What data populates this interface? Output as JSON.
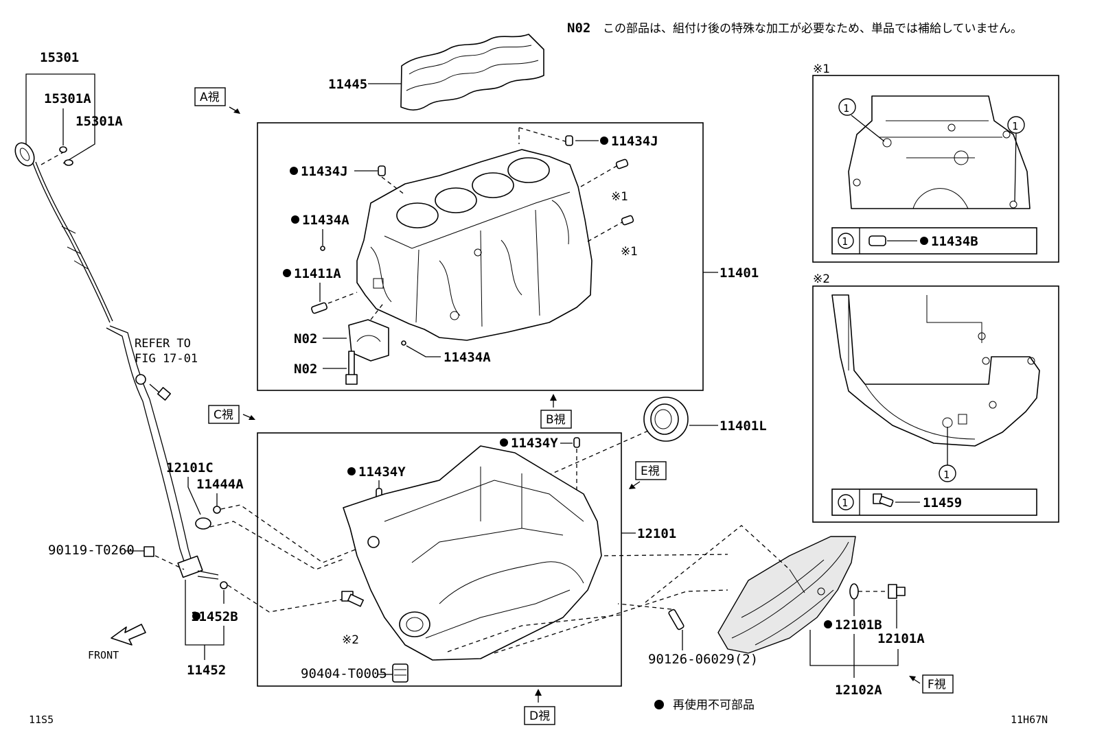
{
  "note": {
    "code": "N02",
    "text": "この部品は、組付け後の特殊な加工が必要なため、単品では補給していません。"
  },
  "legend": {
    "text": "再使用不可部品"
  },
  "corner_left": "11S5",
  "corner_right": "11H67N",
  "front_label": "FRONT",
  "refer": {
    "line1": "REFER TO",
    "line2": "FIG 17-01"
  },
  "view_tags": {
    "A": "A視",
    "B": "B視",
    "C": "C視",
    "D": "D視",
    "E": "E視",
    "F": "F視"
  },
  "inset_marks": {
    "one": "※1",
    "two": "※2"
  },
  "circled_one": "1",
  "parts": {
    "p15301": "15301",
    "p15301A_1": "15301A",
    "p15301A_2": "15301A",
    "p11445": "11445",
    "p11434J_1": "11434J",
    "p11434J_2": "11434J",
    "p11434A_1": "11434A",
    "p11434A_2": "11434A",
    "p11411A": "11411A",
    "pN02_1": "N02",
    "pN02_2": "N02",
    "p11401": "11401",
    "p11401L": "11401L",
    "p11434Y_1": "11434Y",
    "p11434Y_2": "11434Y",
    "p12101C": "12101C",
    "p11444A": "11444A",
    "p90119": "90119-T0260",
    "p11452B": "11452B",
    "p11452": "11452",
    "p12101": "12101",
    "p90404": "90404-T0005",
    "p90126": "90126-06029(2)",
    "p12101B": "12101B",
    "p12101A": "12101A",
    "p12102A": "12102A",
    "p11434B": "11434B",
    "p11459": "11459"
  }
}
